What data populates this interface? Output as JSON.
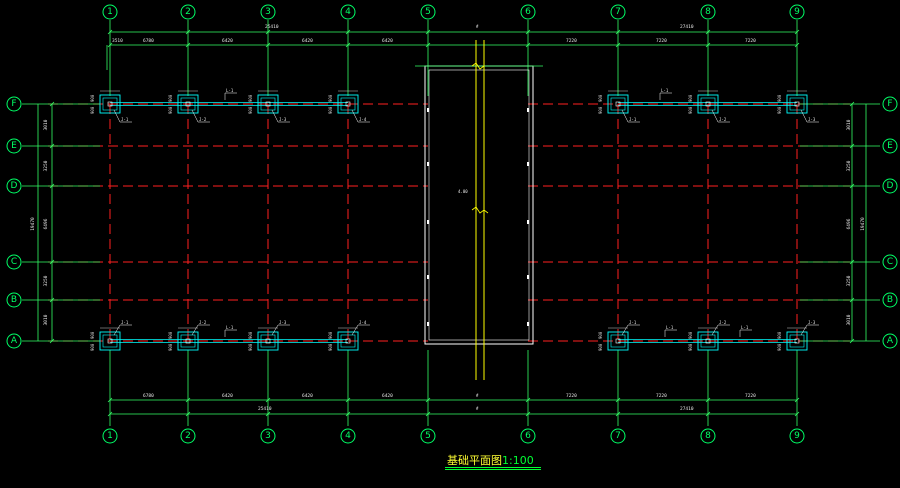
{
  "drawing": {
    "title_cn": "基础平面图",
    "scale": "1:100",
    "background": "#000000",
    "colors": {
      "axis_line": "#ff2020",
      "grid_bubble": "#00ff66",
      "dimension": "#33ff66",
      "footing": "#00ffff",
      "beam": "#00ffff",
      "wall": "#ffffff",
      "yellow": "#ffff00"
    },
    "column_axes": [
      "1",
      "2",
      "3",
      "4",
      "5",
      "6",
      "7",
      "8",
      "9"
    ],
    "row_axes": [
      "F",
      "E",
      "D",
      "C",
      "B",
      "A"
    ],
    "dims_top_total": [
      "25410",
      "27410"
    ],
    "dims_top_segments": [
      "3510",
      "6780",
      "6420",
      "6420",
      "6420",
      "7220",
      "7220",
      "7220"
    ],
    "dims_bottom_segments": [
      "6780",
      "6420",
      "6420",
      "6420",
      "7220",
      "7220",
      "7220"
    ],
    "dims_bottom_total": [
      "25410",
      "27410"
    ],
    "dims_side_segments": [
      "3010",
      "3250",
      "6496",
      "3250",
      "3010"
    ],
    "dims_side_total": "19470",
    "footing_tags": [
      "J-1",
      "J-2",
      "J-3",
      "J-4"
    ],
    "center_label": "4.00"
  }
}
